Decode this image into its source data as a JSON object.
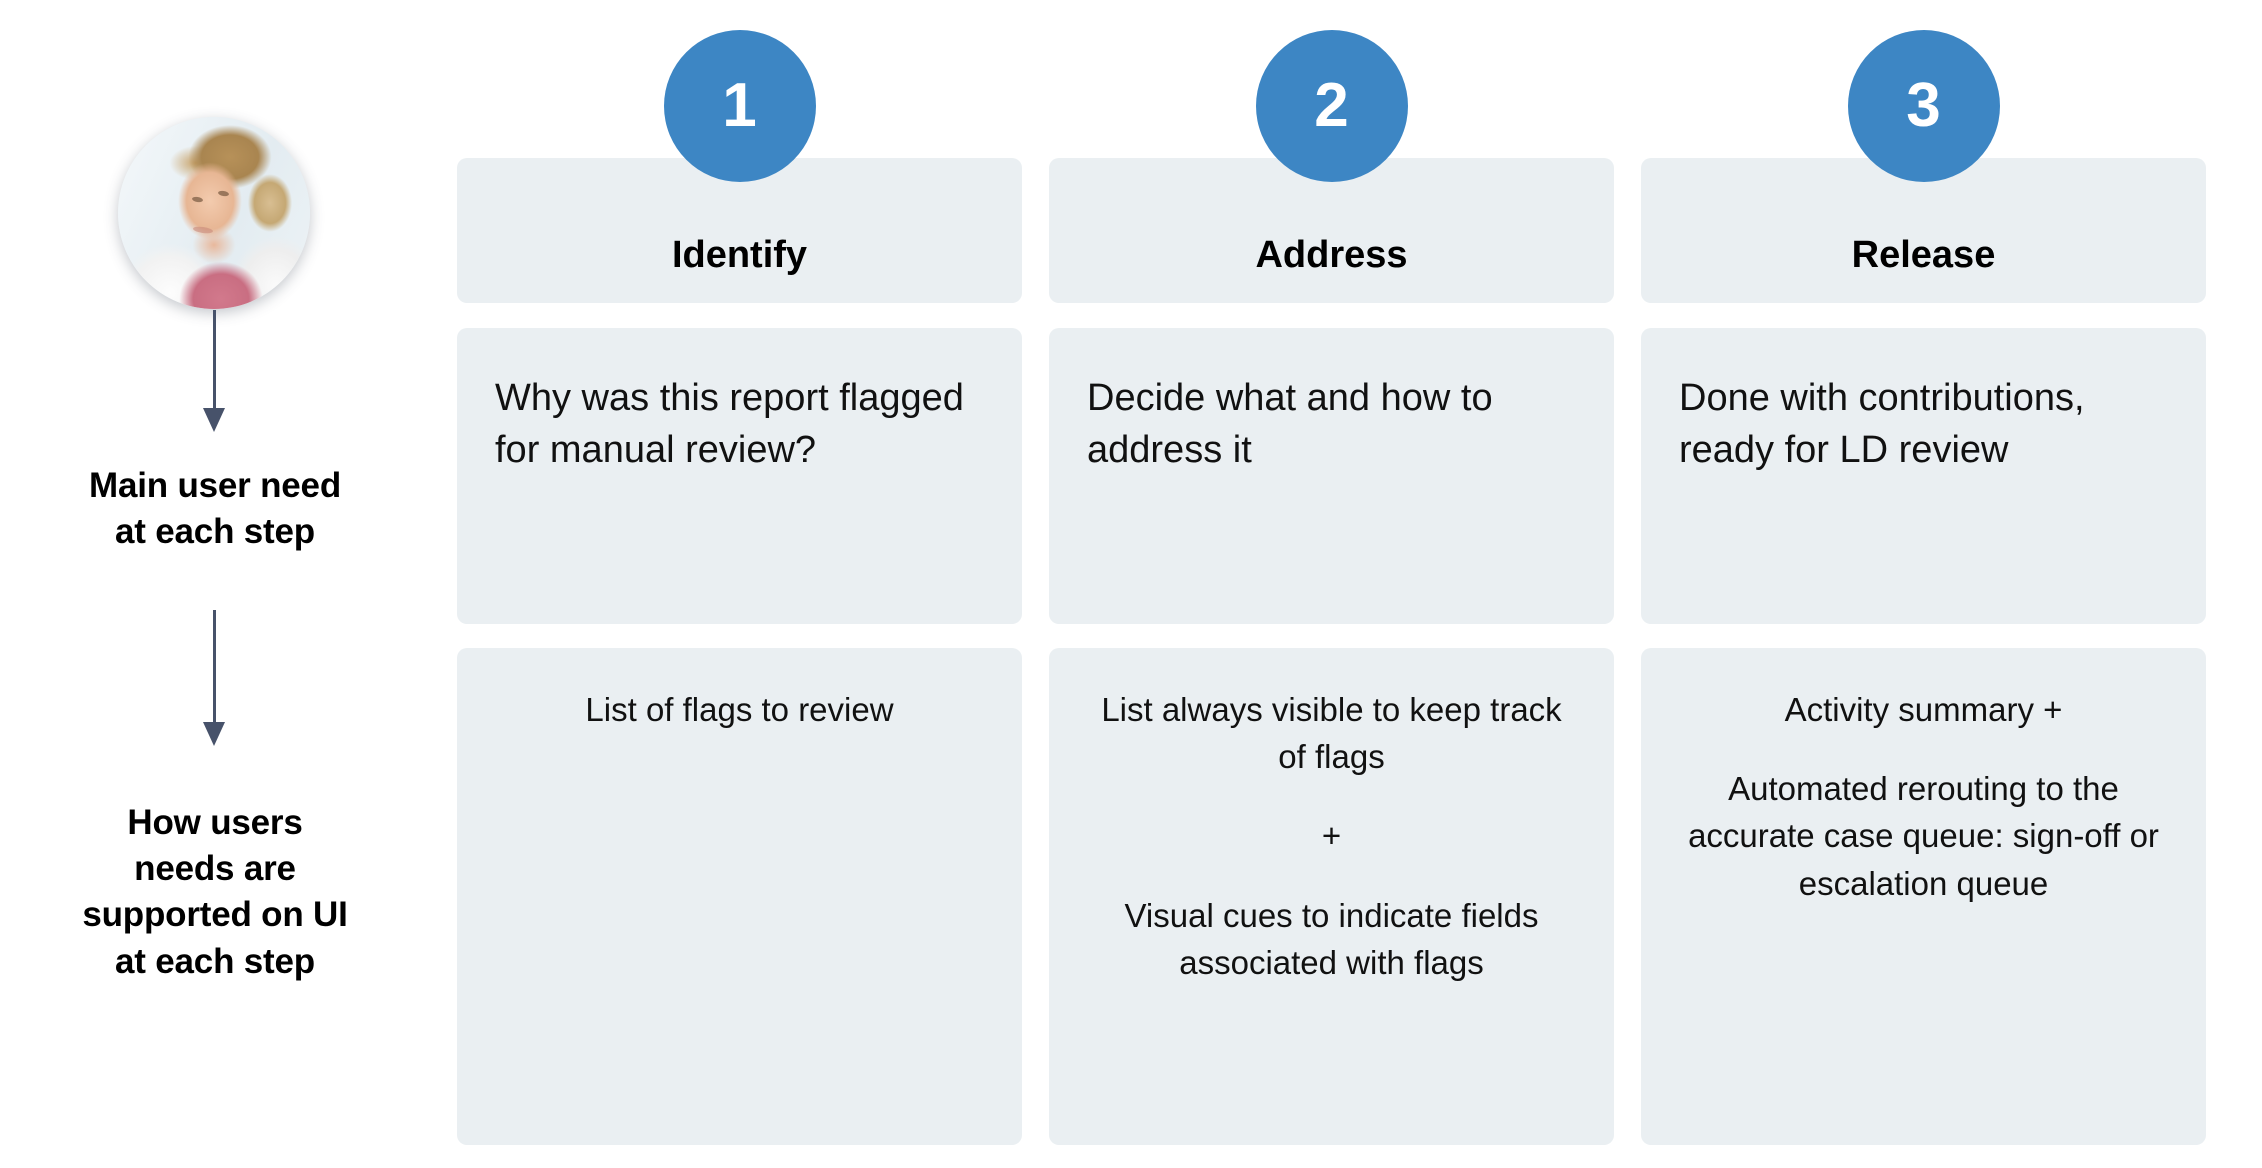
{
  "rail": {
    "avatar_alt": "clinician-photo",
    "labels": [
      "Main user need\nat each step",
      "How users\nneeds are\nsupported on UI\nat each step"
    ],
    "connector_icon": "down-arrow-icon"
  },
  "accent_colors": {
    "badge_blue": "#3d86c4",
    "card_fill": "#eaeff2",
    "arrow": "#47526a",
    "text": "#000000"
  },
  "columns": [
    {
      "step_number": "1",
      "title": "Identify",
      "need": "Why was this report flagged for manual review?",
      "support": [
        "List of flags to review"
      ]
    },
    {
      "step_number": "2",
      "title": "Address",
      "need": "Decide what and how to address it",
      "support": [
        "List always visible to keep track of flags",
        "+",
        "Visual cues to indicate fields associated with flags"
      ]
    },
    {
      "step_number": "3",
      "title": "Release",
      "need": "Done with contributions, ready for LD review",
      "support": [
        "Activity summary +",
        "Automated rerouting to the accurate case queue: sign-off or escalation queue"
      ]
    }
  ]
}
